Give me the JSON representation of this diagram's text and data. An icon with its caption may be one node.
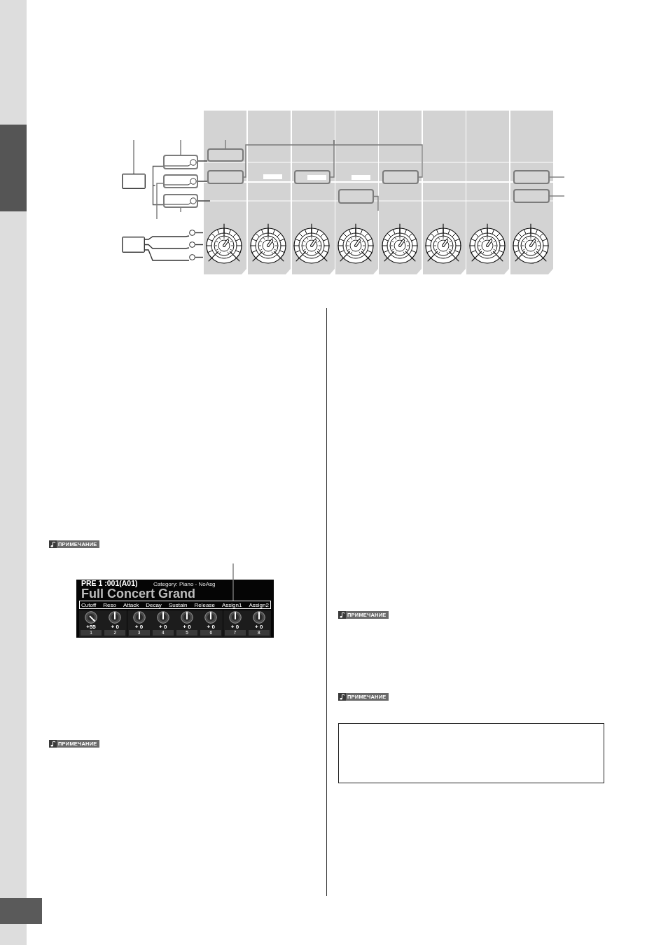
{
  "diagram": {
    "nodes": [
      {
        "text": [],
        "shape": "box"
      },
      {
        "text": [],
        "shape": "button"
      },
      {
        "text": [],
        "shape": "button"
      },
      {
        "text": [],
        "shape": "button"
      },
      {
        "text": [],
        "shape": "button"
      },
      {
        "text": [],
        "shape": "button"
      },
      {
        "text": [],
        "shape": "button"
      },
      {
        "text": [],
        "shape": "button"
      },
      {
        "text": [],
        "shape": "button"
      },
      {
        "text": [],
        "shape": "button"
      },
      {
        "text": [],
        "shape": "button"
      },
      {
        "text": [],
        "shape": "box"
      },
      {
        "text": [],
        "shape": "circle"
      },
      {
        "text": [],
        "shape": "circle"
      },
      {
        "text": [],
        "shape": "circle"
      },
      {
        "text": [],
        "shape": "knob"
      },
      {
        "text": [],
        "shape": "knob"
      },
      {
        "text": [],
        "shape": "knob"
      },
      {
        "text": [],
        "shape": "knob"
      },
      {
        "text": [],
        "shape": "knob"
      },
      {
        "text": [],
        "shape": "knob"
      },
      {
        "text": [],
        "shape": "knob"
      },
      {
        "text": [],
        "shape": "knob"
      },
      {
        "text": [
          "PRE 1 :001(A01)",
          "Category: Piano - NoAsg",
          "Full Concert Grand"
        ]
      },
      {
        "text": [
          "Cutoff",
          "Reso",
          "Attack",
          "Decay",
          "Sustain",
          "Release",
          "Assign1",
          "Assign2"
        ],
        "in": 23
      },
      {
        "text": [
          "+55",
          "1"
        ],
        "in": 23
      },
      {
        "text": [
          "+ 0",
          "2"
        ],
        "in": 23
      },
      {
        "text": [
          "+ 0",
          "3"
        ],
        "in": 23
      },
      {
        "text": [
          "+ 0",
          "4"
        ],
        "in": 23
      },
      {
        "text": [
          "+ 0",
          "5"
        ],
        "in": 23
      },
      {
        "text": [
          "+ 0",
          "6"
        ],
        "in": 23
      },
      {
        "text": [
          "+ 0",
          "7"
        ],
        "in": 23
      },
      {
        "text": [
          "+ 0",
          "8"
        ],
        "in": 23
      }
    ],
    "edges": [
      {
        "from": null,
        "to": 0,
        "arrow": "none"
      },
      {
        "from": null,
        "to": 1,
        "arrow": "none"
      },
      {
        "from": null,
        "to": 2,
        "arrow": "none"
      },
      {
        "from": null,
        "to": 3,
        "arrow": "none"
      },
      {
        "from": 1,
        "to": 4,
        "arrow": "none",
        "color": "#333333"
      },
      {
        "from": 2,
        "to": 5,
        "arrow": "none",
        "color": "#333333"
      },
      {
        "from": 3,
        "to": null,
        "arrow": "none",
        "color": "#333333"
      },
      {
        "from": null,
        "to": 4,
        "arrow": "none"
      },
      {
        "from": null,
        "to": 5,
        "arrow": "none"
      },
      {
        "from": null,
        "to": 6,
        "arrow": "none"
      },
      {
        "from": null,
        "to": 7,
        "arrow": "none"
      },
      {
        "from": null,
        "to": 8,
        "arrow": "none"
      },
      {
        "from": null,
        "to": 9,
        "arrow": "none"
      },
      {
        "from": null,
        "to": 10,
        "arrow": "none"
      },
      {
        "from": 11,
        "to": 12,
        "arrow": "none",
        "color": "#333333"
      },
      {
        "from": 11,
        "to": 13,
        "arrow": "none",
        "color": "#333333"
      },
      {
        "from": 11,
        "to": 14,
        "arrow": "none",
        "color": "#333333"
      },
      {
        "from": 12,
        "to": 15,
        "arrow": "none",
        "color": "#333333"
      },
      {
        "from": 13,
        "to": 15,
        "arrow": "none",
        "color": "#333333"
      },
      {
        "from": 14,
        "to": 15,
        "arrow": "none",
        "color": "#333333"
      },
      {
        "from": null,
        "to": 24,
        "arrow": "none"
      }
    ],
    "labels": [
      "ПРИМЕЧАНИЕ",
      "ПРИМЕЧАНИЕ",
      "ПРИМЕЧАНИЕ",
      "ПРИМЕЧАНИЕ"
    ]
  }
}
